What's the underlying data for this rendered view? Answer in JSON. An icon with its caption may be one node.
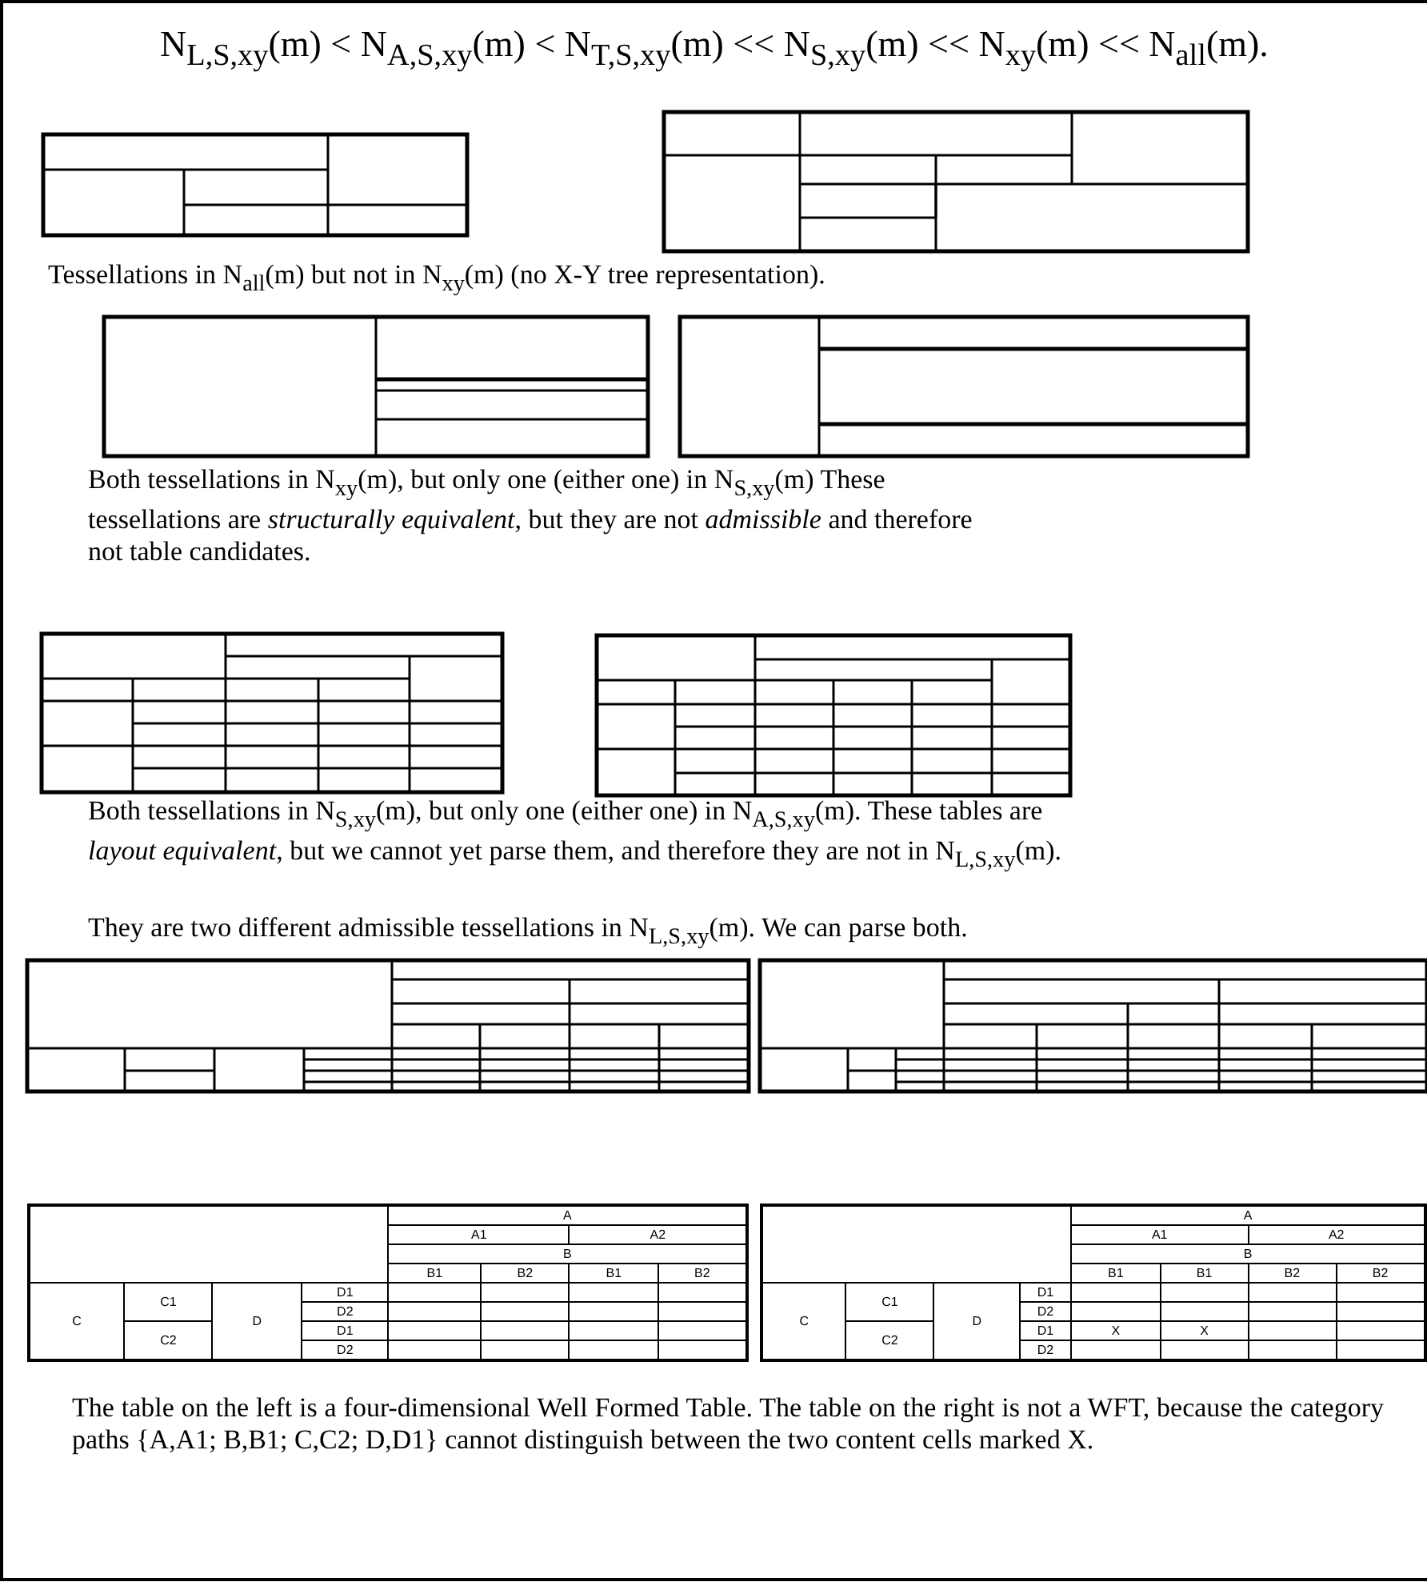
{
  "diagram": {
    "title": "N$_{L,S,xy}$(m) < N$_{A,S,xy}$(m) < N$_{T,S,xy}$(m) << N$_{S,xy}$(m) << N$_{xy}$(m) << N$_{all}$(m).",
    "labels": [
      "Tessellations in N$_{all}$(m) but not in N$_{xy}$(m) (no X-Y tree representation).",
      "Both tessellations in N$_{xy}$(m), but only one (either one) in N$_{S,xy}$(m) These tessellations are *structurally equivalent*, but they are not *admissible* and therefore not table candidates.",
      "Both tessellations in N$_{S,xy}$(m), but only one (either one) in N$_{A,S,xy}$(m). These tables are *layout equivalent*, but we cannot yet parse them, and therefore they are not in N$_{L,S,xy}$(m).",
      "They are two different admissible tessellations in N$_{L,S,xy}$(m). We can parse both.",
      "A",
      "A1",
      "A2",
      "B",
      "B1",
      "B2",
      "B1",
      "B2",
      "C",
      "C1",
      "D",
      "D1",
      "D2",
      "C2",
      "D1",
      "D2",
      "A",
      "A1",
      "A2",
      "B",
      "B1",
      "B1",
      "B2",
      "B2",
      "C",
      "C1",
      "D",
      "D1",
      "D2",
      "C2",
      "D1",
      "X",
      "X",
      "D2",
      "The table on the left is a four-dimensional Well Formed Table. The table on the right is not a WFT, because the category paths {A,A1; B,B1; C,C2;  D,D1} cannot distinguish between the two content cells marked  X."
    ]
  }
}
